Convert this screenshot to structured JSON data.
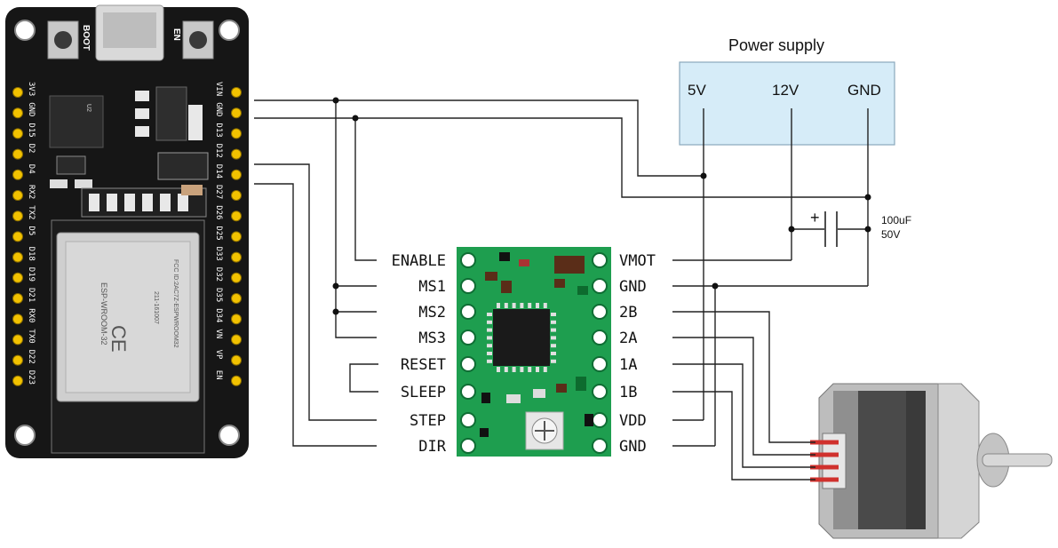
{
  "power_supply": {
    "title": "Power supply",
    "terminals": [
      "5V",
      "12V",
      "GND"
    ]
  },
  "capacitor": {
    "polarity": "+",
    "value": "100uF",
    "voltage": "50V"
  },
  "driver": {
    "left_pins": [
      "ENABLE",
      "MS1",
      "MS2",
      "MS3",
      "RESET",
      "SLEEP",
      "STEP",
      "DIR"
    ],
    "right_pins": [
      "VMOT",
      "GND",
      "2B",
      "2A",
      "1A",
      "1B",
      "VDD",
      "GND"
    ]
  },
  "esp32": {
    "buttons": [
      "BOOT",
      "EN"
    ],
    "left_header": [
      "3V3",
      "GND",
      "D15",
      "D2",
      "D4",
      "RX2",
      "TX2",
      "D5",
      "D18",
      "D19",
      "D21",
      "RX0",
      "TX0",
      "D22",
      "D23"
    ],
    "right_header": [
      "VIN",
      "GND",
      "D13",
      "D12",
      "D14",
      "D27",
      "D26",
      "D25",
      "D33",
      "D32",
      "D35",
      "D34",
      "VN",
      "VP",
      "EN"
    ],
    "module_text": [
      "ESP-WROOM-32",
      "FCC ID:2AC7Z-ESPWROOM32",
      "211-161007"
    ],
    "chip_label": "U2"
  },
  "colors": {
    "board": "#1a1a1a",
    "driver_pcb": "#1e9e4f",
    "psu_fill": "#d6ecf8",
    "psu_stroke": "#8aa8bc",
    "wire": "#222222",
    "motor_wire_red": "#d0312d"
  }
}
